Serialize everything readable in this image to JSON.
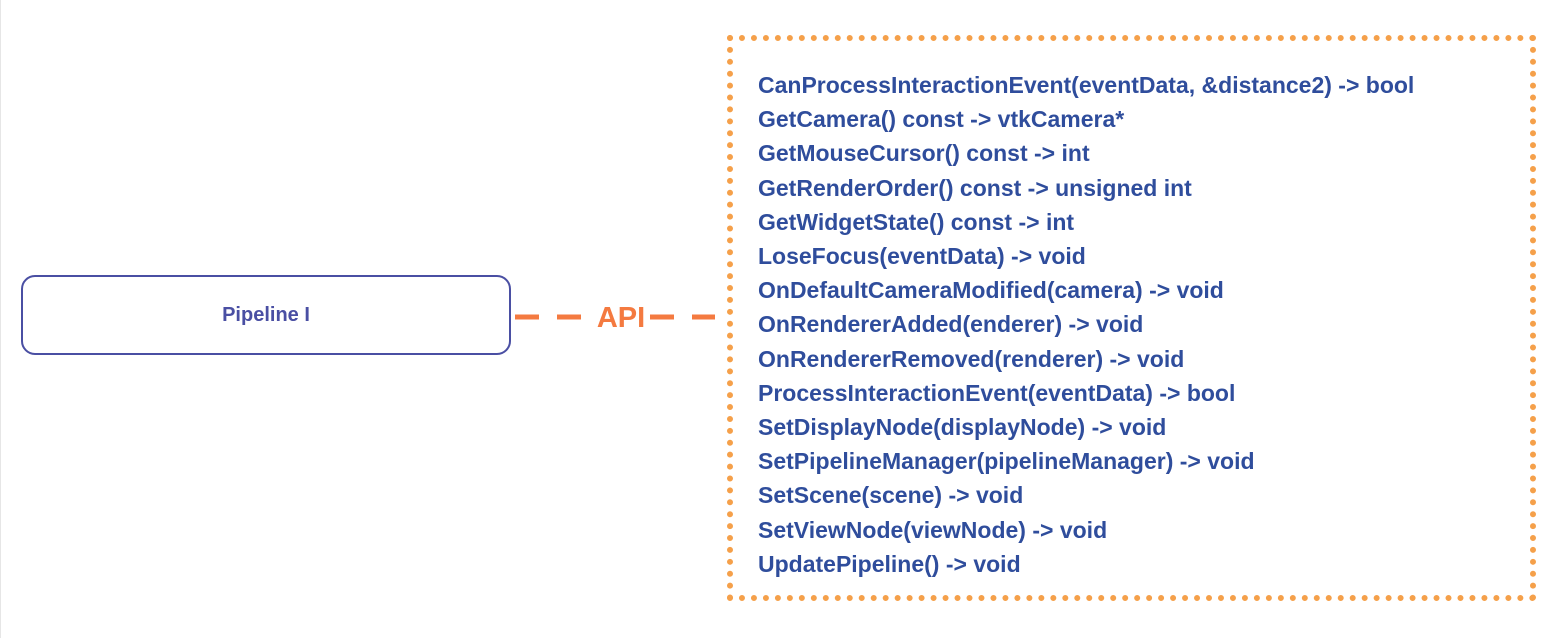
{
  "diagram": {
    "source_node": {
      "label": "Pipeline I"
    },
    "connector": {
      "label": "API",
      "style": "dashed",
      "color": "#f47a40"
    },
    "api_box": {
      "border_color": "#f5a04a",
      "border_style": "dotted",
      "methods": [
        "CanProcessInteractionEvent(eventData, &distance2) -> bool",
        "GetCamera() const -> vtkCamera*",
        "GetMouseCursor() const -> int",
        "GetRenderOrder() const -> unsigned int",
        "GetWidgetState() const -> int",
        "LoseFocus(eventData) -> void",
        "OnDefaultCameraModified(camera) -> void",
        "OnRendererAdded(enderer) -> void",
        "OnRendererRemoved(renderer) -> void",
        "ProcessInteractionEvent(eventData) -> bool",
        "SetDisplayNode(displayNode) -> void",
        "SetPipelineManager(pipelineManager) -> void",
        "SetScene(scene) -> void",
        "SetViewNode(viewNode) -> void",
        "UpdatePipeline() -> void"
      ]
    },
    "colors": {
      "node_border": "#4a4fa3",
      "node_text": "#4a4fa3",
      "method_text": "#2f4d9c"
    }
  }
}
